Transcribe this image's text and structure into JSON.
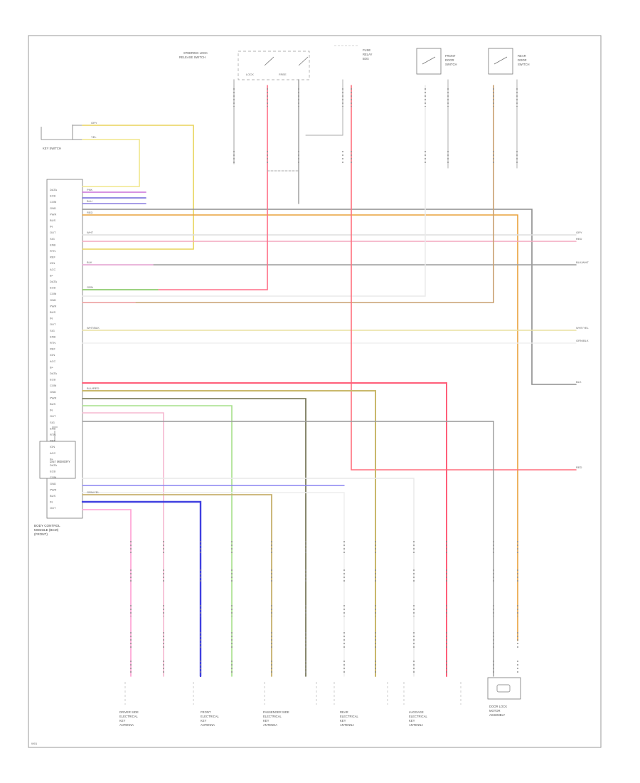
{
  "diagram": {
    "page_code": "W01",
    "module": {
      "title_lines": [
        "BODY CONTROL",
        "MODULE (BCM)",
        "(FRONT)"
      ],
      "sub_box": "LIN / MEMORY",
      "pin_labels": [
        "DATA",
        "ECB",
        "COM",
        "GND",
        "PWR",
        "BUS",
        "IN",
        "OUT",
        "SIG",
        "ENB",
        "RTN",
        "REF",
        "IGN",
        "ACC",
        "B+"
      ]
    },
    "top_components": [
      {
        "id": "key-switch",
        "label_lines": [
          "KEY SWITCH"
        ]
      },
      {
        "id": "steering-lock",
        "label_lines": [
          "STEERING LOCK",
          "RELEASE SWITCH"
        ],
        "sub": [
          "LOCK",
          "FREE"
        ]
      },
      {
        "id": "fuse-block",
        "label_lines": [
          "FUSE",
          "RELAY",
          "BOX"
        ]
      },
      {
        "id": "door-switch-front",
        "label_lines": [
          "FRONT",
          "DOOR",
          "SWITCH"
        ]
      },
      {
        "id": "door-switch-rear",
        "label_lines": [
          "REAR",
          "DOOR",
          "SWITCH"
        ]
      }
    ],
    "wire_labels": [
      "GRY",
      "YEL",
      "PNK",
      "BLU",
      "RED",
      "WHT",
      "BLK",
      "GRN",
      "WHT/BLK",
      "BLU/RED",
      "GRN/YEL"
    ],
    "bottom_components": [
      {
        "id": "driver-side",
        "label_lines": [
          "DRIVER SIDE",
          "ELECTRICAL",
          "KEY",
          "ANTENNA"
        ]
      },
      {
        "id": "front-antenna",
        "label_lines": [
          "FRONT",
          "ELECTRICAL",
          "KEY",
          "ANTENNA"
        ]
      },
      {
        "id": "passenger-side",
        "label_lines": [
          "PASSENGER SIDE",
          "ELECTRICAL",
          "KEY",
          "ANTENNA"
        ]
      },
      {
        "id": "rear-antenna",
        "label_lines": [
          "REAR",
          "ELECTRICAL",
          "KEY",
          "ANTENNA"
        ]
      },
      {
        "id": "luggage-antenna",
        "label_lines": [
          "LUGGAGE",
          "ELECTRICAL",
          "KEY",
          "ANTENNA"
        ]
      },
      {
        "id": "door-lock-motor",
        "label_lines": [
          "DOOR LOCK",
          "MOTOR",
          "ASSEMBLY"
        ]
      }
    ],
    "right_labels": [
      "GRY",
      "RED",
      "BLK/WHT",
      "WHT/YEL",
      "GRN/BLK",
      "BLK",
      "RED"
    ]
  }
}
